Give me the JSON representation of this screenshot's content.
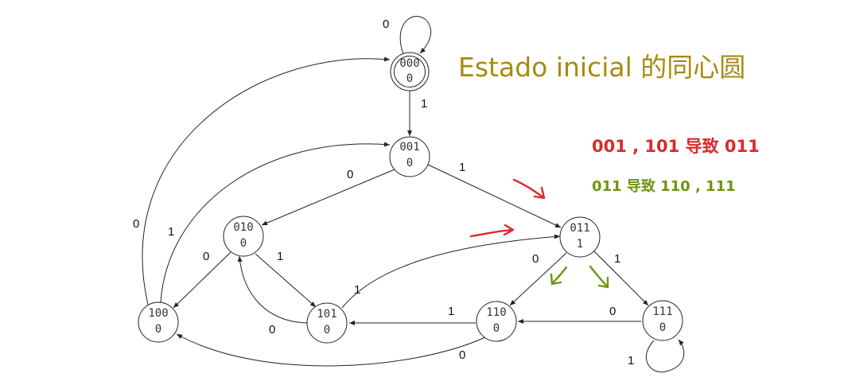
{
  "states": [
    {
      "id": "000",
      "code": "000",
      "output": "0"
    },
    {
      "id": "001",
      "code": "001",
      "output": "0"
    },
    {
      "id": "010",
      "code": "010",
      "output": "0"
    },
    {
      "id": "011",
      "code": "011",
      "output": "1"
    },
    {
      "id": "100",
      "code": "100",
      "output": "0"
    },
    {
      "id": "101",
      "code": "101",
      "output": "0"
    },
    {
      "id": "110",
      "code": "110",
      "output": "0"
    },
    {
      "id": "111",
      "code": "111",
      "output": "0"
    }
  ],
  "edges": [
    {
      "from": "000",
      "to": "000",
      "label": "0"
    },
    {
      "from": "000",
      "to": "001",
      "label": "1"
    },
    {
      "from": "001",
      "to": "010",
      "label": "0"
    },
    {
      "from": "001",
      "to": "011",
      "label": "1"
    },
    {
      "from": "010",
      "to": "100",
      "label": "0"
    },
    {
      "from": "010",
      "to": "101",
      "label": "1"
    },
    {
      "from": "100",
      "to": "000",
      "label": "0"
    },
    {
      "from": "100",
      "to": "001",
      "label": "1"
    },
    {
      "from": "101",
      "to": "010",
      "label": "0"
    },
    {
      "from": "101",
      "to": "011",
      "label": "1"
    },
    {
      "from": "011",
      "to": "110",
      "label": "0"
    },
    {
      "from": "011",
      "to": "111",
      "label": "1"
    },
    {
      "from": "110",
      "to": "101",
      "label": "1"
    },
    {
      "from": "110",
      "to": "100",
      "label": "0"
    },
    {
      "from": "111",
      "to": "110",
      "label": "0"
    },
    {
      "from": "111",
      "to": "111",
      "label": "1"
    }
  ],
  "annotations": {
    "initial_note": "Estado inicial 的同心圆",
    "note_red": "001 , 101 导致 011",
    "note_green": "011 导致 110 , 111"
  },
  "colors": {
    "olive": "#a88a12",
    "red": "#d92b2b",
    "green": "#6f9412"
  }
}
